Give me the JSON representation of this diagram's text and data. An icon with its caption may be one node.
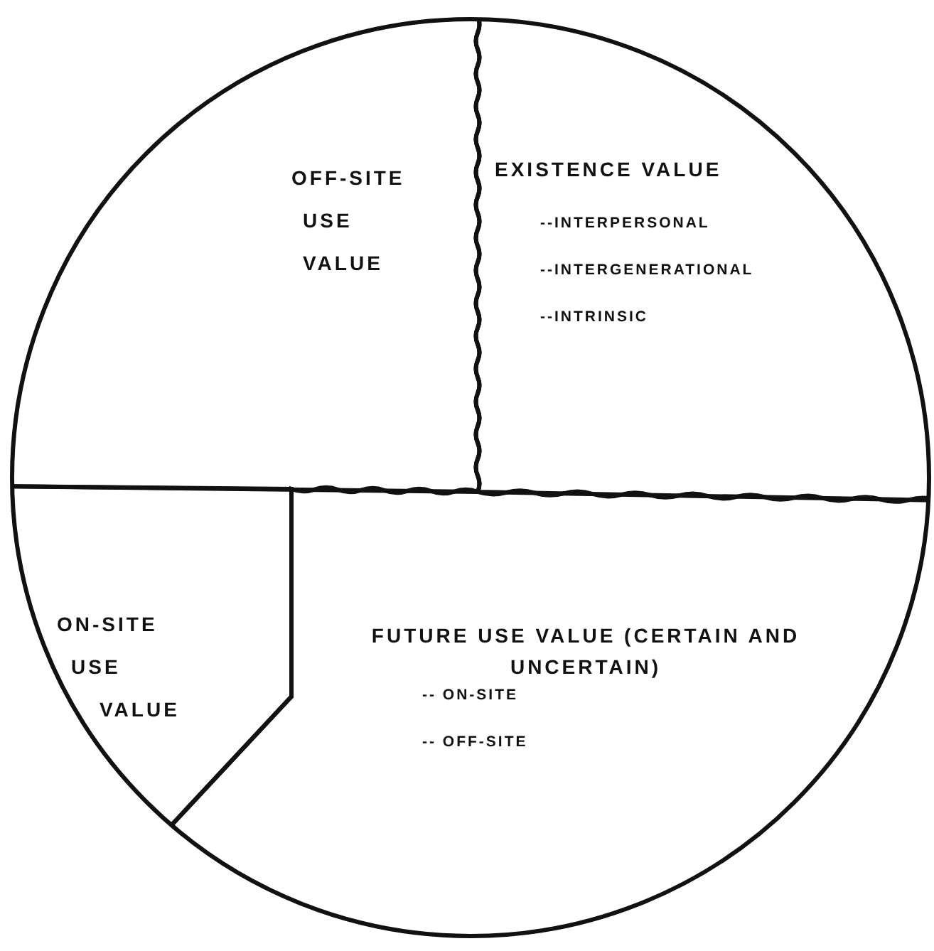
{
  "diagram": {
    "nodes": [
      {
        "text": [],
        "shape": "circle"
      },
      {
        "text": [
          "OFF-SITE USE VALUE"
        ],
        "in": 0
      },
      {
        "text": [
          "EXISTENCE VALUE",
          "--INTERPERSONAL",
          "--INTERGENERATIONAL",
          "--INTRINSIC"
        ],
        "in": 0
      },
      {
        "text": [
          "ON-SITE USE VALUE"
        ],
        "in": 0
      },
      {
        "text": [
          "FUTURE USE VALUE (CERTAIN AND UNCERTAIN)",
          "-- ON-SITE",
          "-- OFF-SITE"
        ],
        "in": 0
      }
    ],
    "edges": []
  }
}
